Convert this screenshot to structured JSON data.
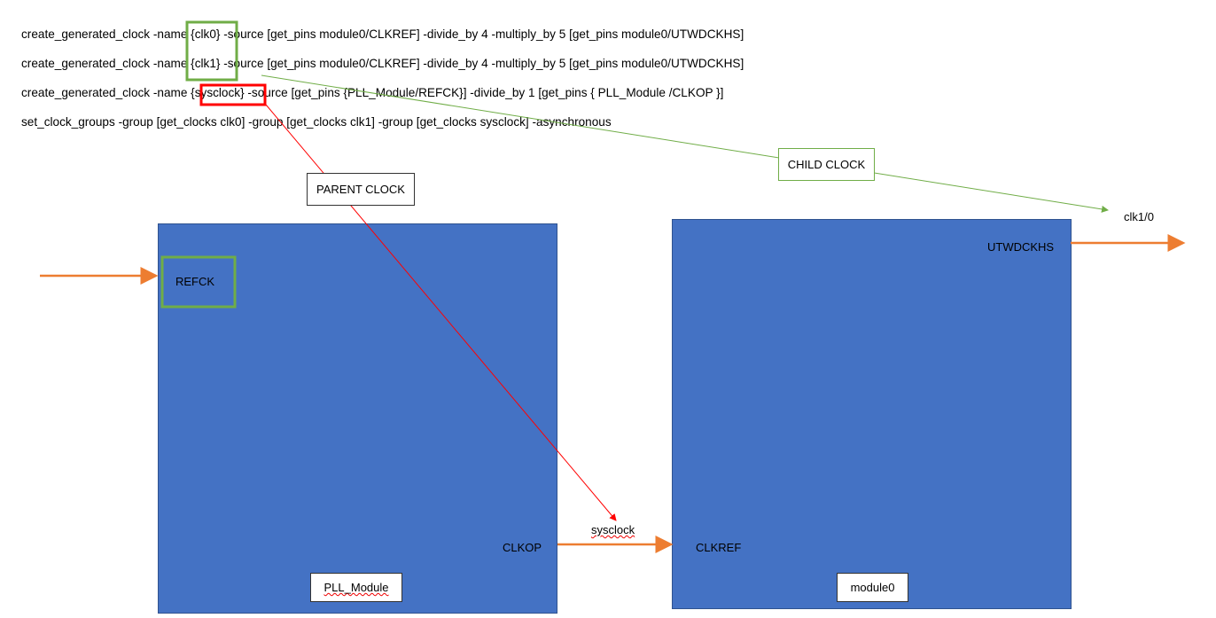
{
  "commands": [
    "create_generated_clock -name {clk0} -source [get_pins module0/CLKREF] -divide_by 4 -multiply_by 5 [get_pins module0/UTWDCKHS]",
    "create_generated_clock -name {clk1} -source [get_pins module0/CLKREF] -divide_by 4 -multiply_by 5 [get_pins module0/UTWDCKHS]",
    "create_generated_clock -name {sysclock} -source [get_pins {PLL_Module/REFCK}] -divide_by 1 [get_pins { PLL_Module /CLKOP }]",
    "set_clock_groups -group [get_clocks clk0] -group [get_clocks clk1]  -group [get_clocks sysclock]  -asynchronous"
  ],
  "callouts": {
    "parent": "PARENT CLOCK",
    "child": "CHILD CLOCK"
  },
  "pll": {
    "name": "PLL_Module",
    "input_pin": "REFCK",
    "output_pin": "CLKOP"
  },
  "module0": {
    "name": "module0",
    "input_pin": "CLKREF",
    "output_pin": "UTWDCKHS"
  },
  "net_labels": {
    "sysclock": "sysclock",
    "clk_out": "clk1/0"
  },
  "colors": {
    "block": "#4472C4",
    "arrow": "#ED7D31",
    "child": "#70AD47",
    "parent": "#FF0000"
  }
}
